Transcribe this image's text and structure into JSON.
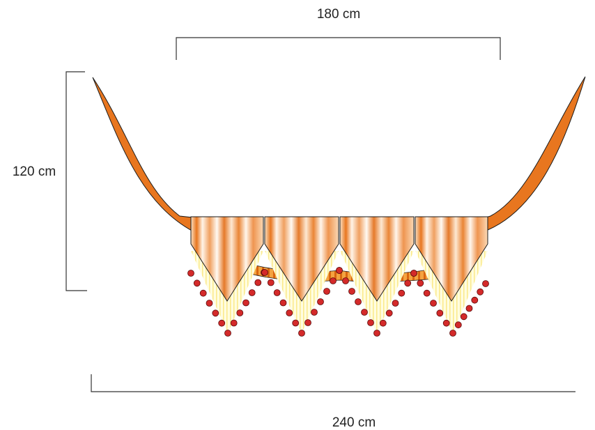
{
  "dimensions": {
    "top_width": "180 cm",
    "height": "120 cm",
    "bottom_width": "240 cm"
  },
  "colors": {
    "fabric_orange": "#e8761f",
    "fabric_dark": "#c25a10",
    "fabric_light": "#fde4c8",
    "fringe": "#fff7b0",
    "bead": "#d42a2a",
    "outline": "#1a1a1a"
  },
  "valance": {
    "panel_count": 4,
    "beads_per_side": 6
  }
}
